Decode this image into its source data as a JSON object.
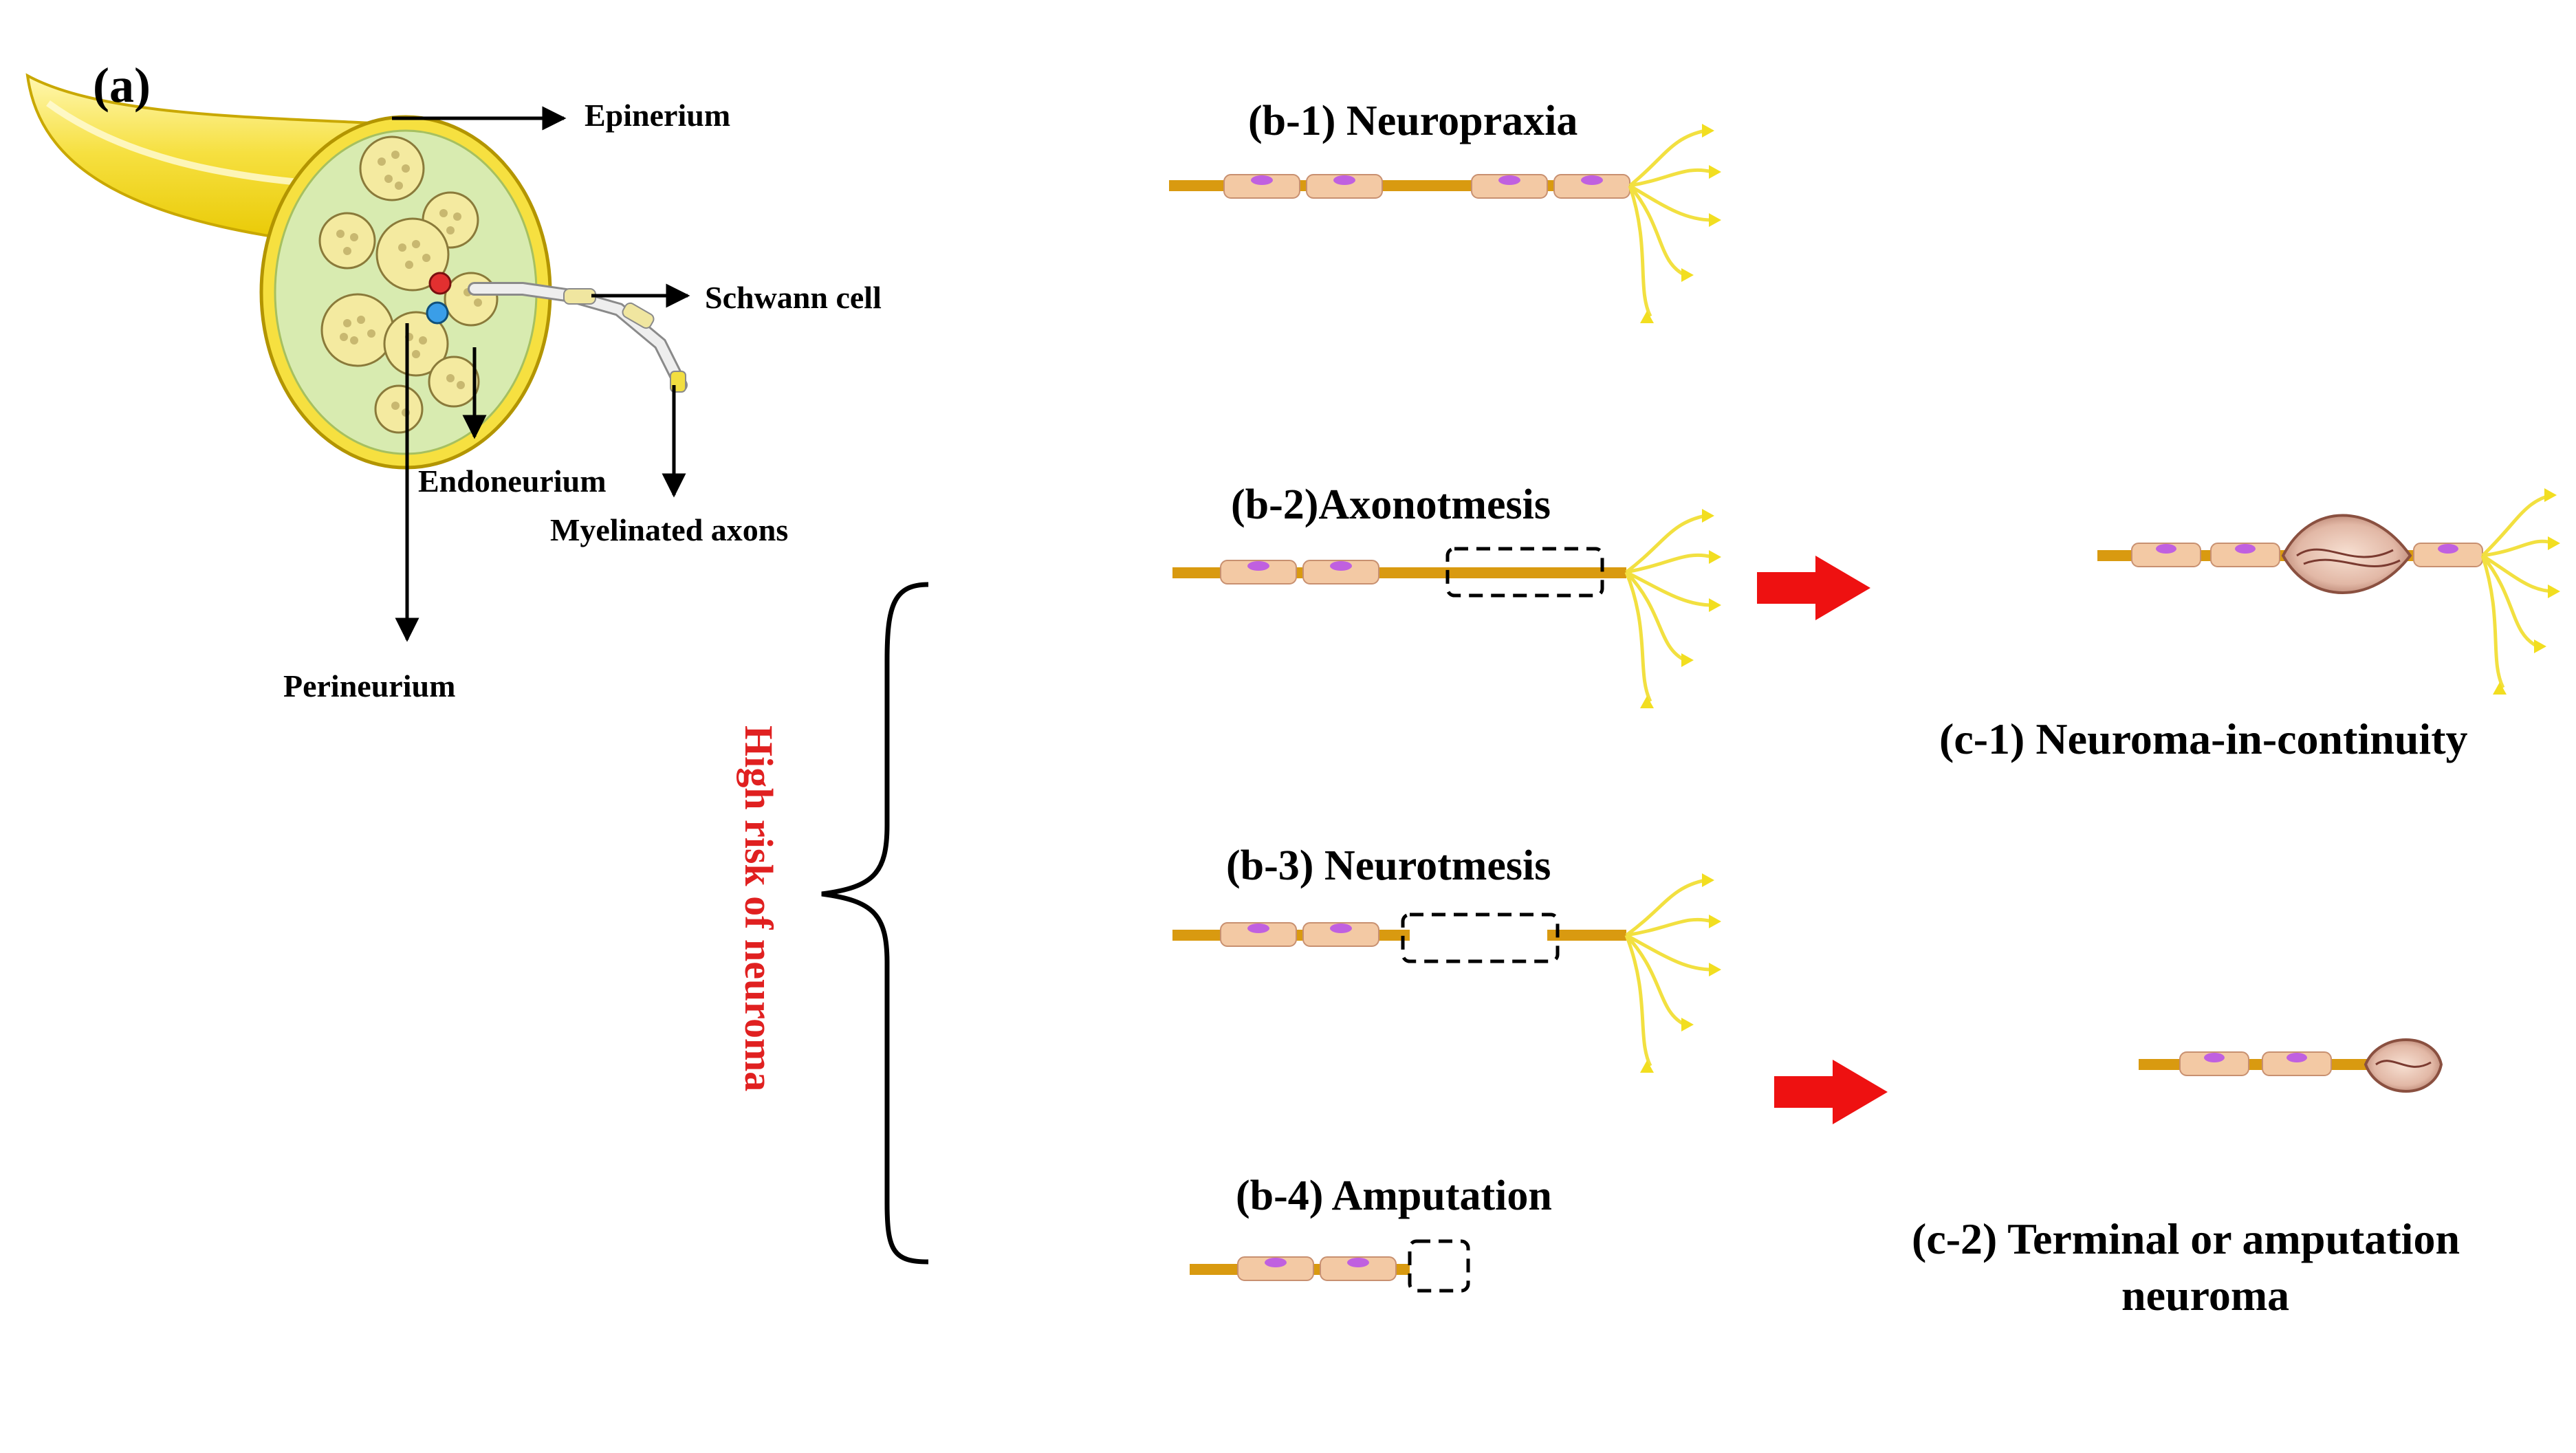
{
  "panel_a": {
    "label": "(a)",
    "epinerium": "Epinerium",
    "schwann": "Schwann cell",
    "endoneurium": "Endoneurium",
    "myelinated": "Myelinated axons",
    "perineurium": "Perineurium"
  },
  "panel_b": {
    "b1": "(b-1) Neuropraxia",
    "b2": "(b-2)Axonotmesis",
    "b3": "(b-3) Neurotmesis",
    "b4": "(b-4) Amputation",
    "risk": "High risk of neuroma"
  },
  "panel_c": {
    "c1": "(c-1) Neuroma-in-continuity",
    "c2_line1": "(c-2) Terminal or amputation",
    "c2_line2": "neuroma"
  },
  "colors": {
    "neuron": "#d99a10",
    "nucleus": "#e080f0",
    "nerve_yellow": "#f6e040",
    "nerve_face": "#d8ebb0",
    "arrow_red": "#ee1111",
    "risk_red": "#e02020"
  }
}
